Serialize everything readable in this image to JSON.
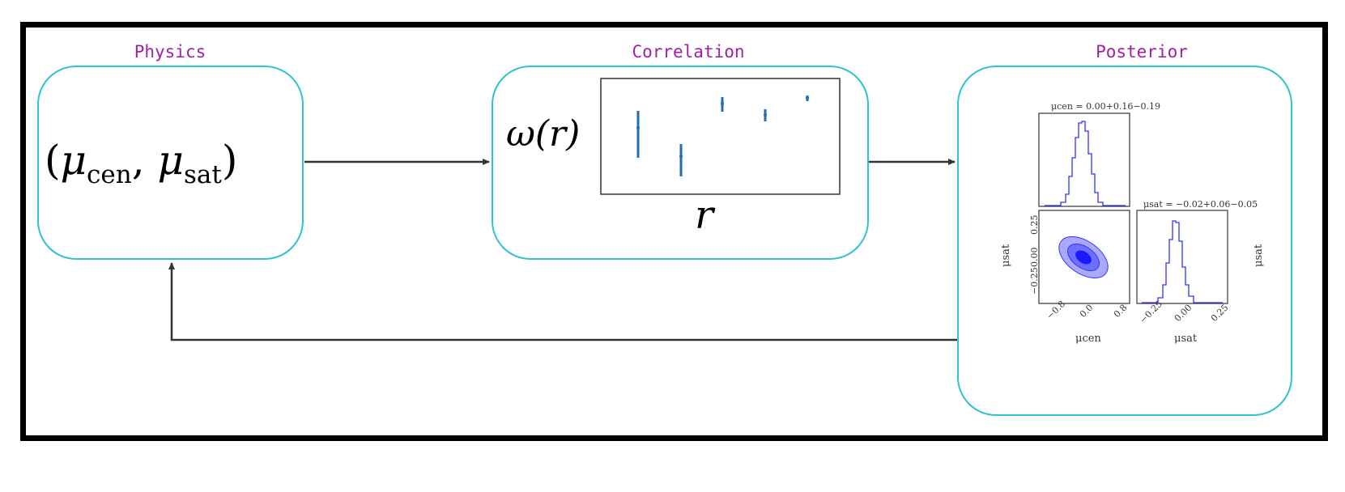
{
  "panels": {
    "physics": {
      "title": "Physics"
    },
    "correlation": {
      "title": "Correlation",
      "ylabel": "ω(r)",
      "xlabel": "r"
    },
    "posterior": {
      "title": "Posterior"
    }
  },
  "physics_expr": {
    "open": "(",
    "mu": "μ",
    "cen": "cen",
    "comma": ",",
    "sat": "sat",
    "close": ")"
  },
  "corner_plot": {
    "title_cen": "μcen = 0.00+0.16−0.19",
    "title_sat": "μsat = −0.02+0.06−0.05",
    "xlabel_cen": "μcen",
    "xlabel_sat": "μsat",
    "ylabel_sat": "μsat",
    "right_label": "μsat",
    "cen_ticks": [
      "−0.8",
      "0.0",
      "0.8"
    ],
    "sat_ticks": [
      "−0.25",
      "0.00",
      "0.25"
    ]
  },
  "colors": {
    "title": "#a01fa6",
    "box": "#2ec4c9",
    "errorbar": "#1f6fb2",
    "posterior": "#3333ff"
  }
}
